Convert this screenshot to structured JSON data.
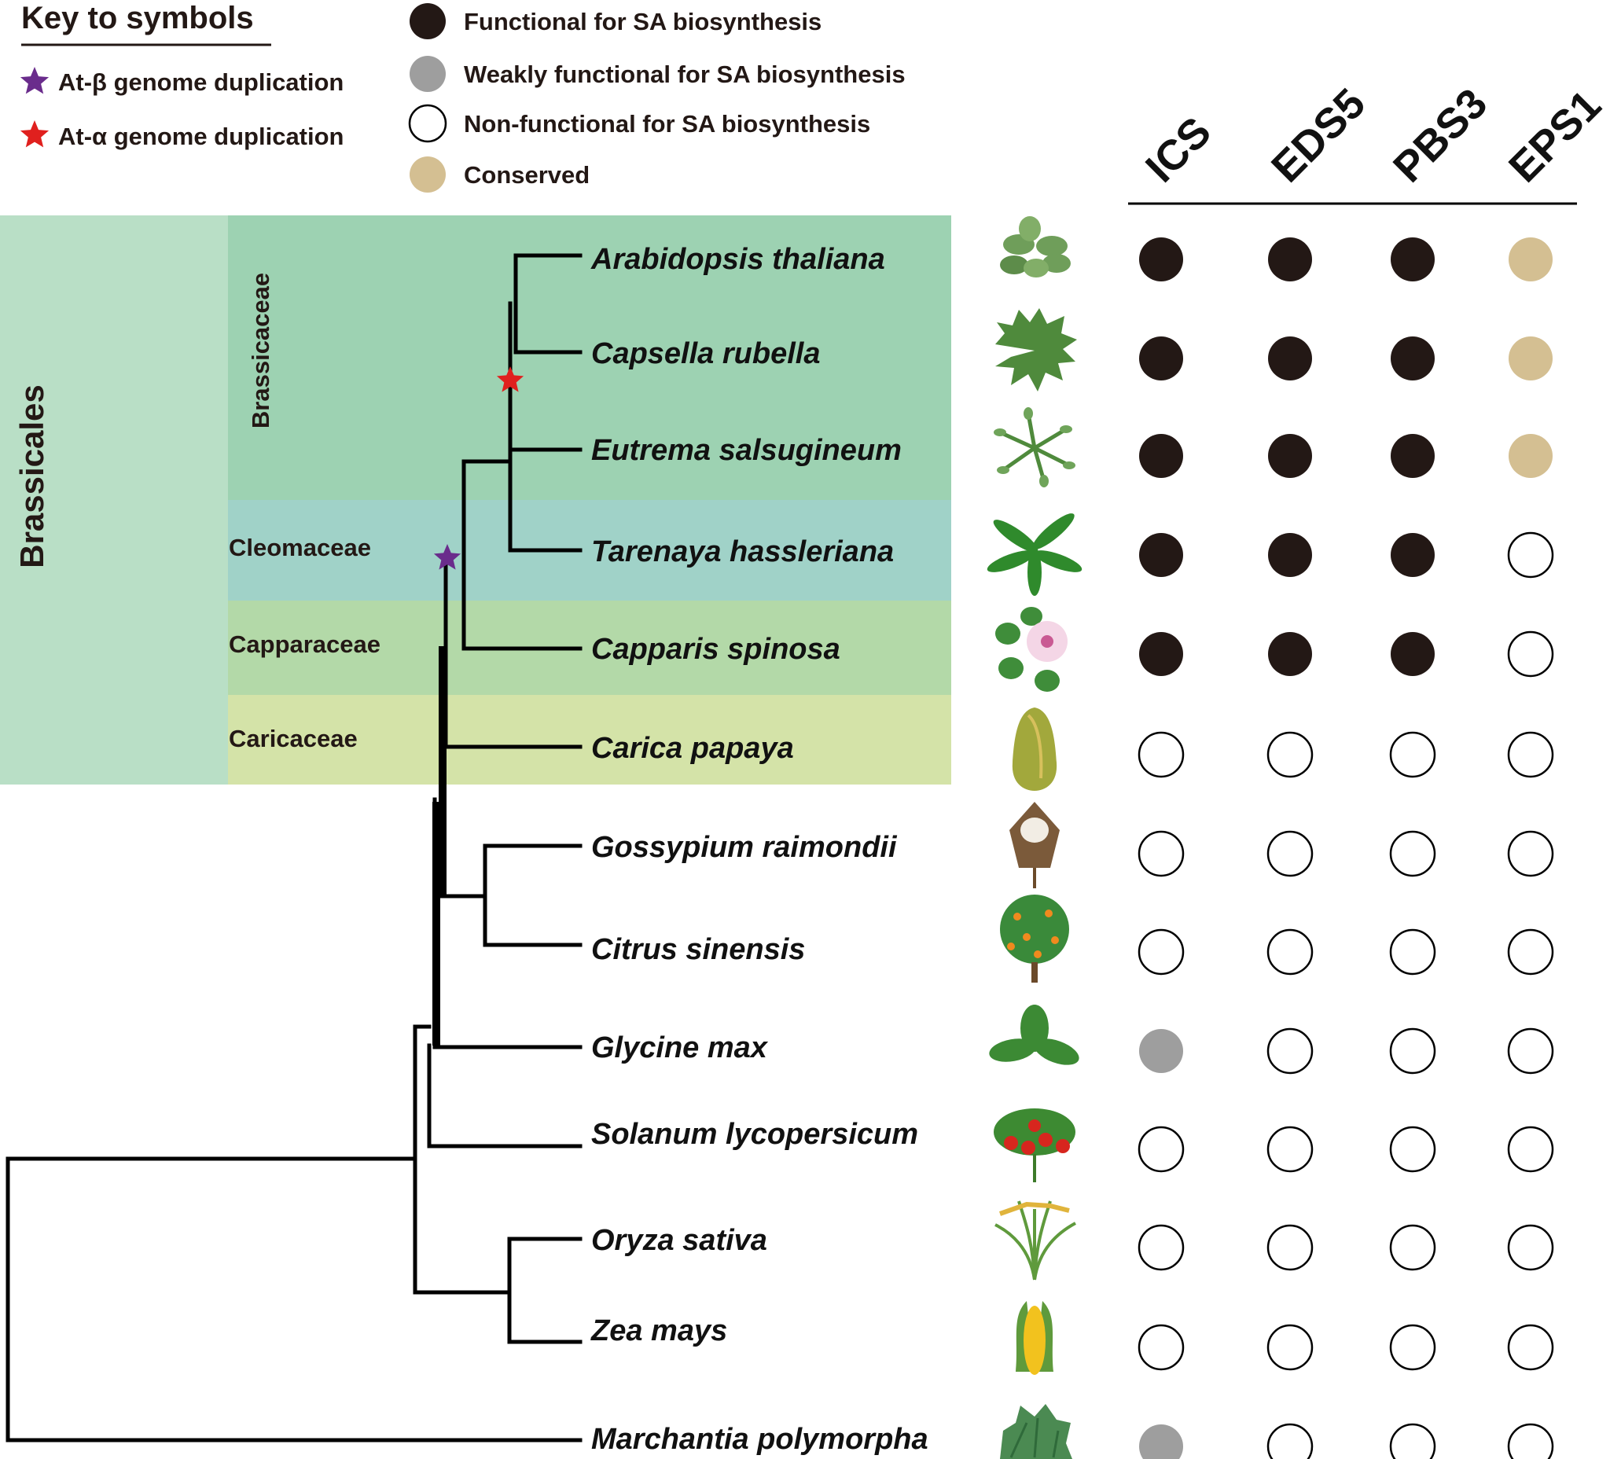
{
  "key": {
    "title": "Key to symbols",
    "star_items": [
      {
        "label": "At-β genome duplication",
        "color": "#6a2c8c"
      },
      {
        "label": "At-α genome duplication",
        "color": "#e0201e"
      }
    ],
    "circle_items": [
      {
        "label": "Functional for SA biosynthesis",
        "state": "functional"
      },
      {
        "label": "Weakly functional for SA biosynthesis",
        "state": "weak"
      },
      {
        "label": "Non-functional for SA biosynthesis",
        "state": "none"
      },
      {
        "label": "Conserved",
        "state": "conserved"
      }
    ]
  },
  "state_colors": {
    "functional": "#231815",
    "weak": "#9e9e9e",
    "none": "#ffffff",
    "conserved": "#d4bf92"
  },
  "clade_colors": {
    "brassicales": "#b9dfc6",
    "brassicaceae": "#9dd2b2",
    "cleomaceae": "#a0d2c8",
    "capparaceae": "#b3d9a8",
    "caricaceae": "#d4e3a8"
  },
  "clades": {
    "order": "Brassicales",
    "brassicaceae": "Brassicaceae",
    "cleomaceae": "Cleomaceae",
    "capparaceae": "Capparaceae",
    "caricaceae": "Caricaceae"
  },
  "genes": [
    "ICS",
    "EDS5",
    "PBS3",
    "EPS1"
  ],
  "species": [
    {
      "name": "Arabidopsis thaliana",
      "icon": "rosette-plant-icon",
      "states": [
        "functional",
        "functional",
        "functional",
        "conserved"
      ]
    },
    {
      "name": "Capsella rubella",
      "icon": "lobed-leaf-rosette-icon",
      "states": [
        "functional",
        "functional",
        "functional",
        "conserved"
      ]
    },
    {
      "name": "Eutrema salsugineum",
      "icon": "thin-rosette-icon",
      "states": [
        "functional",
        "functional",
        "functional",
        "conserved"
      ]
    },
    {
      "name": "Tarenaya hassleriana",
      "icon": "palmate-leaf-icon",
      "states": [
        "functional",
        "functional",
        "functional",
        "none"
      ]
    },
    {
      "name": "Capparis spinosa",
      "icon": "caper-flower-icon",
      "states": [
        "functional",
        "functional",
        "functional",
        "none"
      ]
    },
    {
      "name": "Carica papaya",
      "icon": "papaya-fruit-icon",
      "states": [
        "none",
        "none",
        "none",
        "none"
      ]
    },
    {
      "name": "Gossypium raimondii",
      "icon": "cotton-boll-icon",
      "states": [
        "none",
        "none",
        "none",
        "none"
      ]
    },
    {
      "name": "Citrus sinensis",
      "icon": "orange-tree-icon",
      "states": [
        "none",
        "none",
        "none",
        "none"
      ]
    },
    {
      "name": "Glycine max",
      "icon": "trifoliate-leaf-icon",
      "states": [
        "weak",
        "none",
        "none",
        "none"
      ]
    },
    {
      "name": "Solanum lycopersicum",
      "icon": "tomato-plant-icon",
      "states": [
        "none",
        "none",
        "none",
        "none"
      ]
    },
    {
      "name": "Oryza sativa",
      "icon": "rice-plant-icon",
      "states": [
        "none",
        "none",
        "none",
        "none"
      ]
    },
    {
      "name": "Zea mays",
      "icon": "corn-cob-icon",
      "states": [
        "none",
        "none",
        "none",
        "none"
      ]
    },
    {
      "name": "Marchantia polymorpha",
      "icon": "liverwort-thallus-icon",
      "states": [
        "weak",
        "none",
        "none",
        "none"
      ]
    }
  ]
}
